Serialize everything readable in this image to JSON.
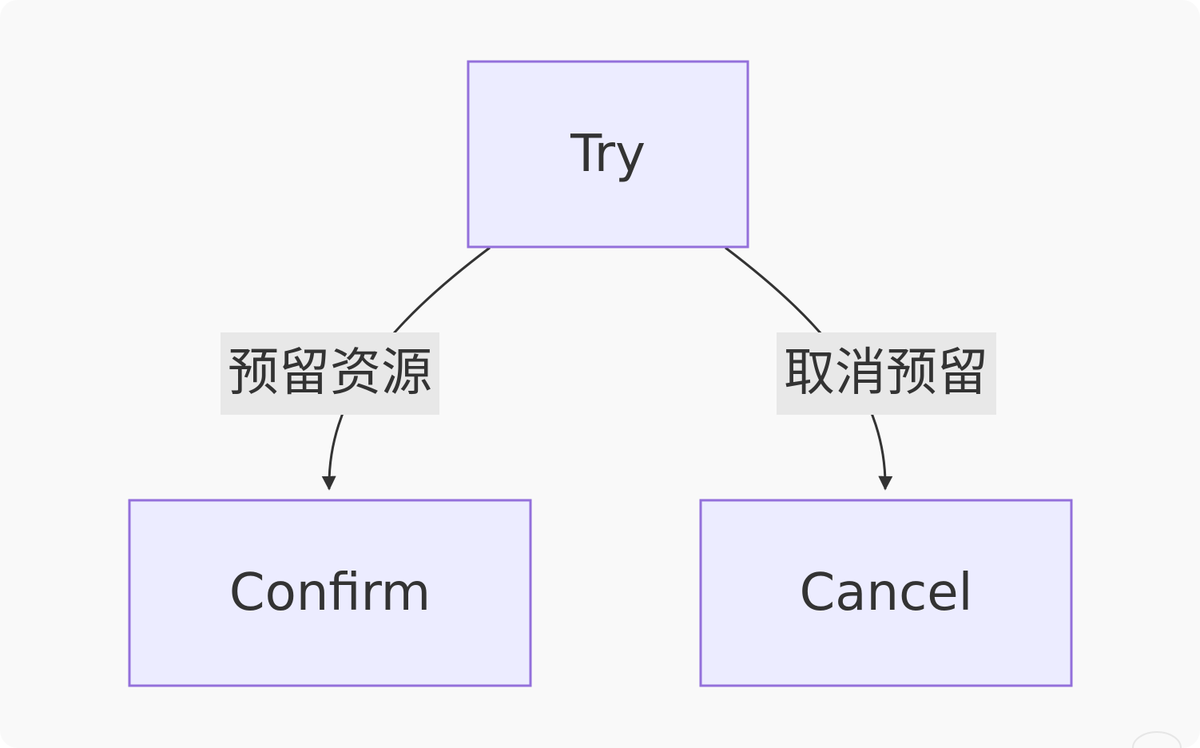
{
  "nodes": {
    "try": {
      "label": "Try"
    },
    "confirm": {
      "label": "Confirm"
    },
    "cancel": {
      "label": "Cancel"
    }
  },
  "edges": {
    "try_to_confirm": {
      "label": "预留资源"
    },
    "try_to_cancel": {
      "label": "取消预留"
    }
  },
  "colors": {
    "node_fill": "#ececff",
    "node_stroke": "#9370db",
    "edge": "#333333",
    "edge_label_bg": "#e8e8e8",
    "background": "#f9f9f9"
  }
}
